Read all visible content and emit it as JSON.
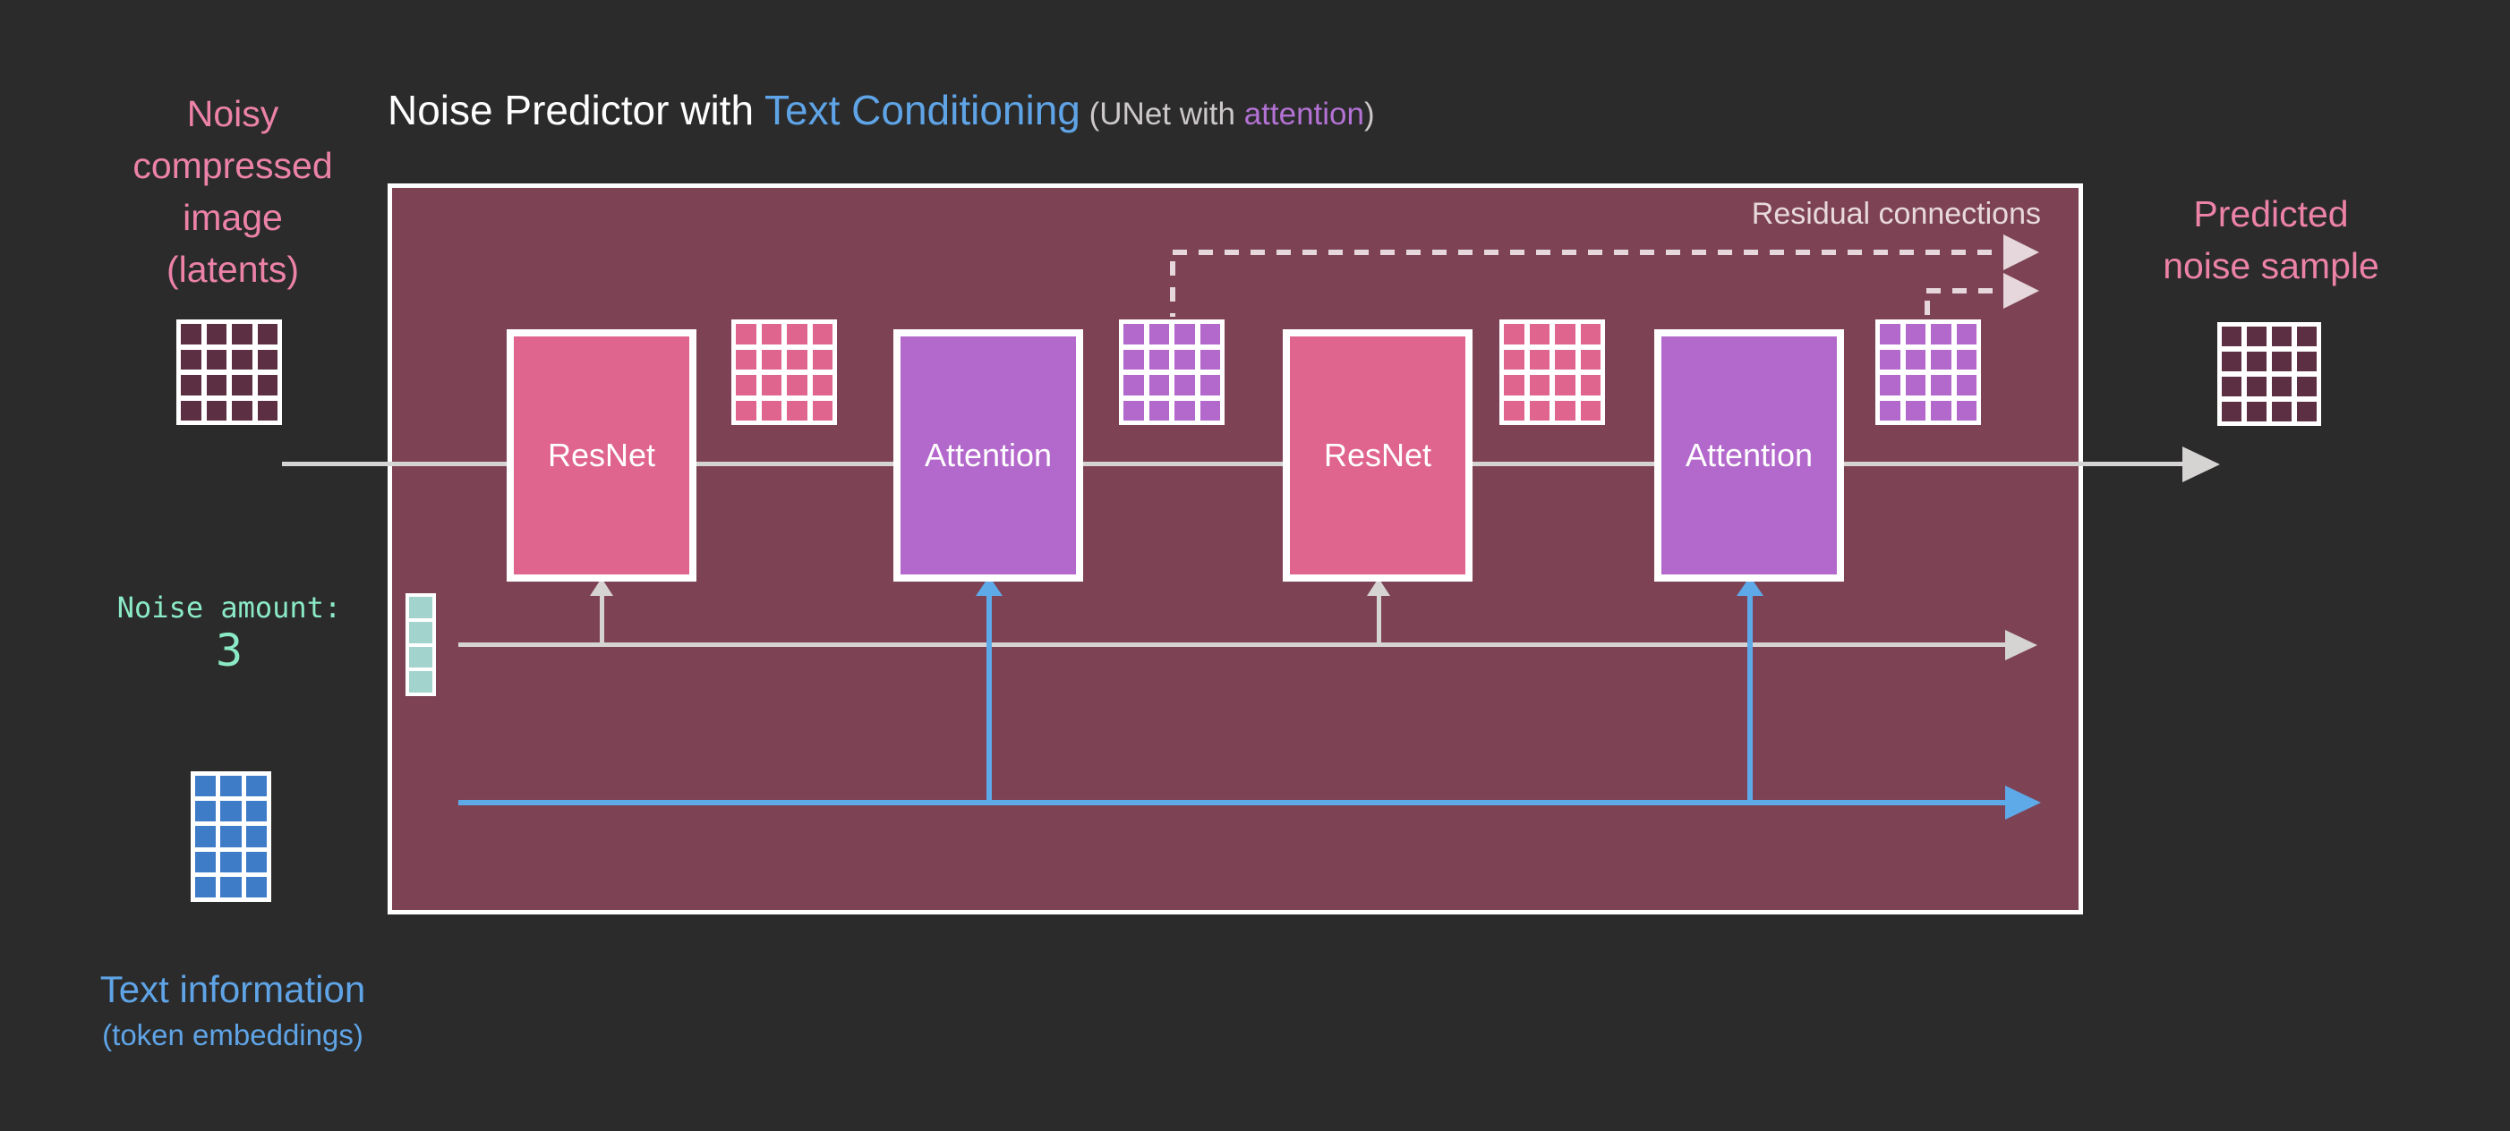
{
  "title": {
    "main_white": "Noise Predictor with ",
    "main_blue": "Text Conditioning",
    "paren_prefix": " (UNet with ",
    "paren_accent": "attention",
    "paren_suffix": ")"
  },
  "labels": {
    "noisy": {
      "l1": "Noisy",
      "l2": "compressed",
      "l3": "image",
      "l4": "(latents)"
    },
    "noise_amount": "Noise amount:",
    "noise_value": "3",
    "text_info": "Text information",
    "text_info_sub": "(token embeddings)",
    "predicted": {
      "l1": "Predicted",
      "l2": "noise sample"
    },
    "residual": "Residual connections"
  },
  "blocks": {
    "b1": "ResNet",
    "b2": "Attention",
    "b3": "ResNet",
    "b4": "Attention"
  },
  "grids": {
    "latents": {
      "rows": 4,
      "cols": 4,
      "cell": "#5d2f42"
    },
    "noise_bar": {
      "rows": 4,
      "cols": 1,
      "cell": "#a2d4cd"
    },
    "tokens": {
      "rows": 5,
      "cols": 3,
      "cell": "#3e7cc8"
    },
    "pink_1": {
      "rows": 4,
      "cols": 4,
      "cell": "#e0658e"
    },
    "purple_1": {
      "rows": 4,
      "cols": 4,
      "cell": "#b368cb"
    },
    "pink_2": {
      "rows": 4,
      "cols": 4,
      "cell": "#e0658e"
    },
    "purple_2": {
      "rows": 4,
      "cols": 4,
      "cell": "#5d2f42-IGNORED"
    },
    "predicted": {
      "rows": 4,
      "cols": 4,
      "cell": "#5d2f42"
    }
  },
  "colors": {
    "background": "#2b2b2b",
    "unet_box_fill": "#7d4355",
    "resnet_block": "#e0658e",
    "attention_block": "#b368cb",
    "latent_cell": "#5d2f42",
    "token_cell": "#3e7cc8",
    "noise_bar_cell": "#a2d4cd",
    "pink_text": "#ec82a8",
    "blue_text": "#5fa4e6",
    "purple_text": "#b372d4",
    "mint_text": "#8beac6",
    "gray_line": "#d6d3d3",
    "blue_line": "#5ea9e8",
    "residual_dash": "#e5d7dc"
  }
}
